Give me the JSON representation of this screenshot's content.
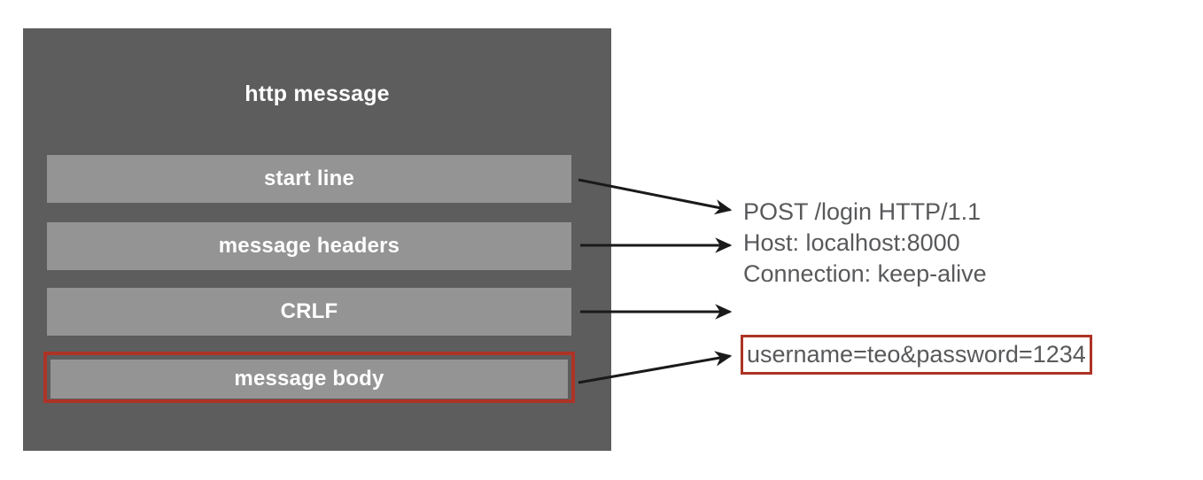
{
  "diagram": {
    "title": "http message",
    "sections": [
      {
        "id": "start-line",
        "label": "start line",
        "highlighted": false
      },
      {
        "id": "message-headers",
        "label": "message headers",
        "highlighted": false
      },
      {
        "id": "crlf",
        "label": "CRLF",
        "highlighted": false
      },
      {
        "id": "message-body",
        "label": "message body",
        "highlighted": true
      }
    ],
    "example": {
      "start_line": "POST /login HTTP/1.1",
      "header_lines": [
        "Host: localhost:8000",
        "Connection: keep-alive"
      ],
      "body": "username=teo&password=1234"
    },
    "colors": {
      "container_background": "#5d5d5d",
      "section_bar": "#949494",
      "section_label": "#ffffff",
      "highlight_border": "#ad3326",
      "example_text": "#58595b",
      "arrow": "#1a1a1a",
      "page_background": "#ffffff"
    },
    "connectors": [
      {
        "from": "start-line",
        "to": "start-line-text"
      },
      {
        "from": "message-headers",
        "to": "header-lines-text"
      },
      {
        "from": "crlf",
        "to": "blank-line"
      },
      {
        "from": "message-body",
        "to": "body-text"
      }
    ]
  }
}
